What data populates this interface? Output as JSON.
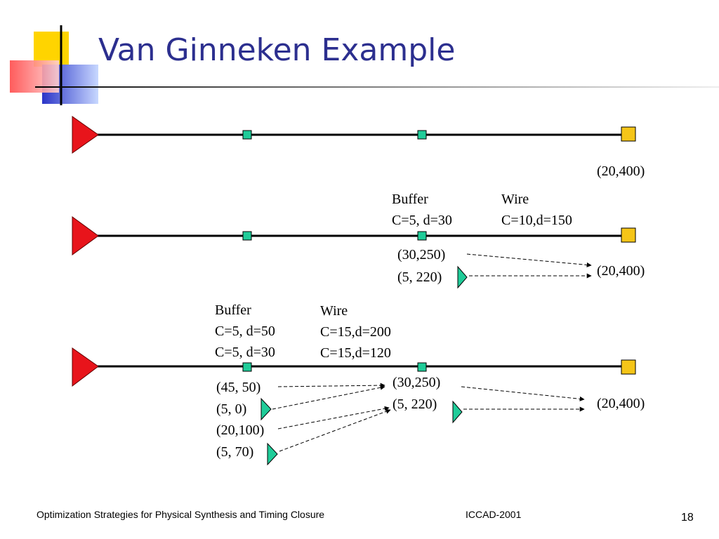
{
  "slide": {
    "title": "Van Ginneken Example",
    "footer_left": "Optimization Strategies for Physical Synthesis and Timing Closure",
    "footer_center": "ICCAD-2001",
    "page_number": "18"
  },
  "colors": {
    "title": "#2c2f8f",
    "driver": "#e8141b",
    "sink": "#f5c518",
    "node": "#1fcc99",
    "buffer": "#1fcc99",
    "logo_yellow": "#ffd400",
    "logo_red": "#ff4a4a",
    "logo_blue": "#2b35c8"
  },
  "diagram": {
    "row1": {
      "sink_label": "(20,400)"
    },
    "row2": {
      "buffer_header": "Buffer",
      "buffer_value": "C=5, d=30",
      "wire_header": "Wire",
      "wire_value": "C=10,d=150",
      "candidate_1": "(30,250)",
      "candidate_2": "(5, 220)",
      "sink_label": "(20,400)"
    },
    "row3": {
      "buffer_header": "Buffer",
      "buffer_value_1": "C=5, d=50",
      "buffer_value_2": "C=5, d=30",
      "wire_header": "Wire",
      "wire_value_1": "C=15,d=200",
      "wire_value_2": "C=15,d=120",
      "left_1": "(45, 50)",
      "left_2": "(5, 0)",
      "left_3": "(20,100)",
      "left_4": "(5, 70)",
      "mid_1": "(30,250)",
      "mid_2": "(5, 220)",
      "sink_label": "(20,400)"
    }
  }
}
